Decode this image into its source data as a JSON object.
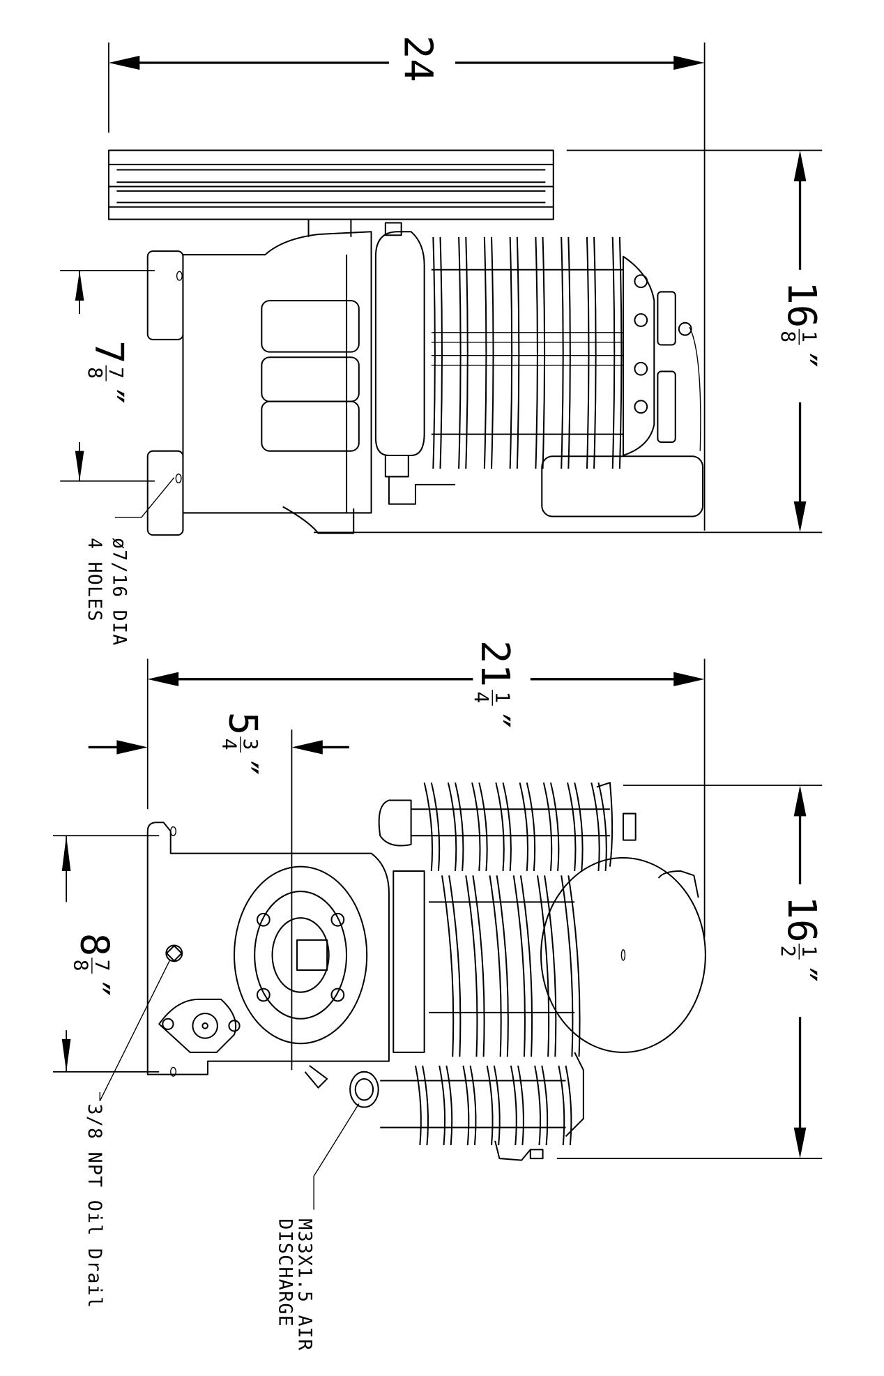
{
  "drawing": {
    "title": "Air compressor pump outline dimensions (top and end views)",
    "ink_color": "#000000",
    "paper_color": "#ffffff",
    "top_view": {
      "dimensions": {
        "overall_length": {
          "whole": "24",
          "frac": "",
          "unit": ""
        },
        "overall_width": {
          "whole": "16",
          "frac_num": "1",
          "frac_den": "8",
          "unit": "″"
        },
        "mount_hole_spacing": {
          "whole": "7",
          "frac_num": "7",
          "frac_den": "8",
          "unit": "″"
        }
      },
      "notes": {
        "mount_holes_line1": "ø7/16 DIA",
        "mount_holes_line2": "4 HOLES"
      }
    },
    "end_view": {
      "dimensions": {
        "overall_length": {
          "whole": "21",
          "frac_num": "1",
          "frac_den": "4",
          "unit": "″"
        },
        "shaft_offset": {
          "whole": "5",
          "frac_num": "3",
          "frac_den": "4",
          "unit": "″"
        },
        "overall_width": {
          "whole": "16",
          "frac_num": "1",
          "frac_den": "2",
          "unit": "″"
        },
        "mount_hole_spacing": {
          "whole": "8",
          "frac_num": "7",
          "frac_den": "8",
          "unit": "″"
        }
      },
      "notes": {
        "oil_drain": "3/8 NPT Oil Drail",
        "air_discharge_line1": "M33X1.5 AIR",
        "air_discharge_line2": "DISCHARGE"
      }
    }
  }
}
